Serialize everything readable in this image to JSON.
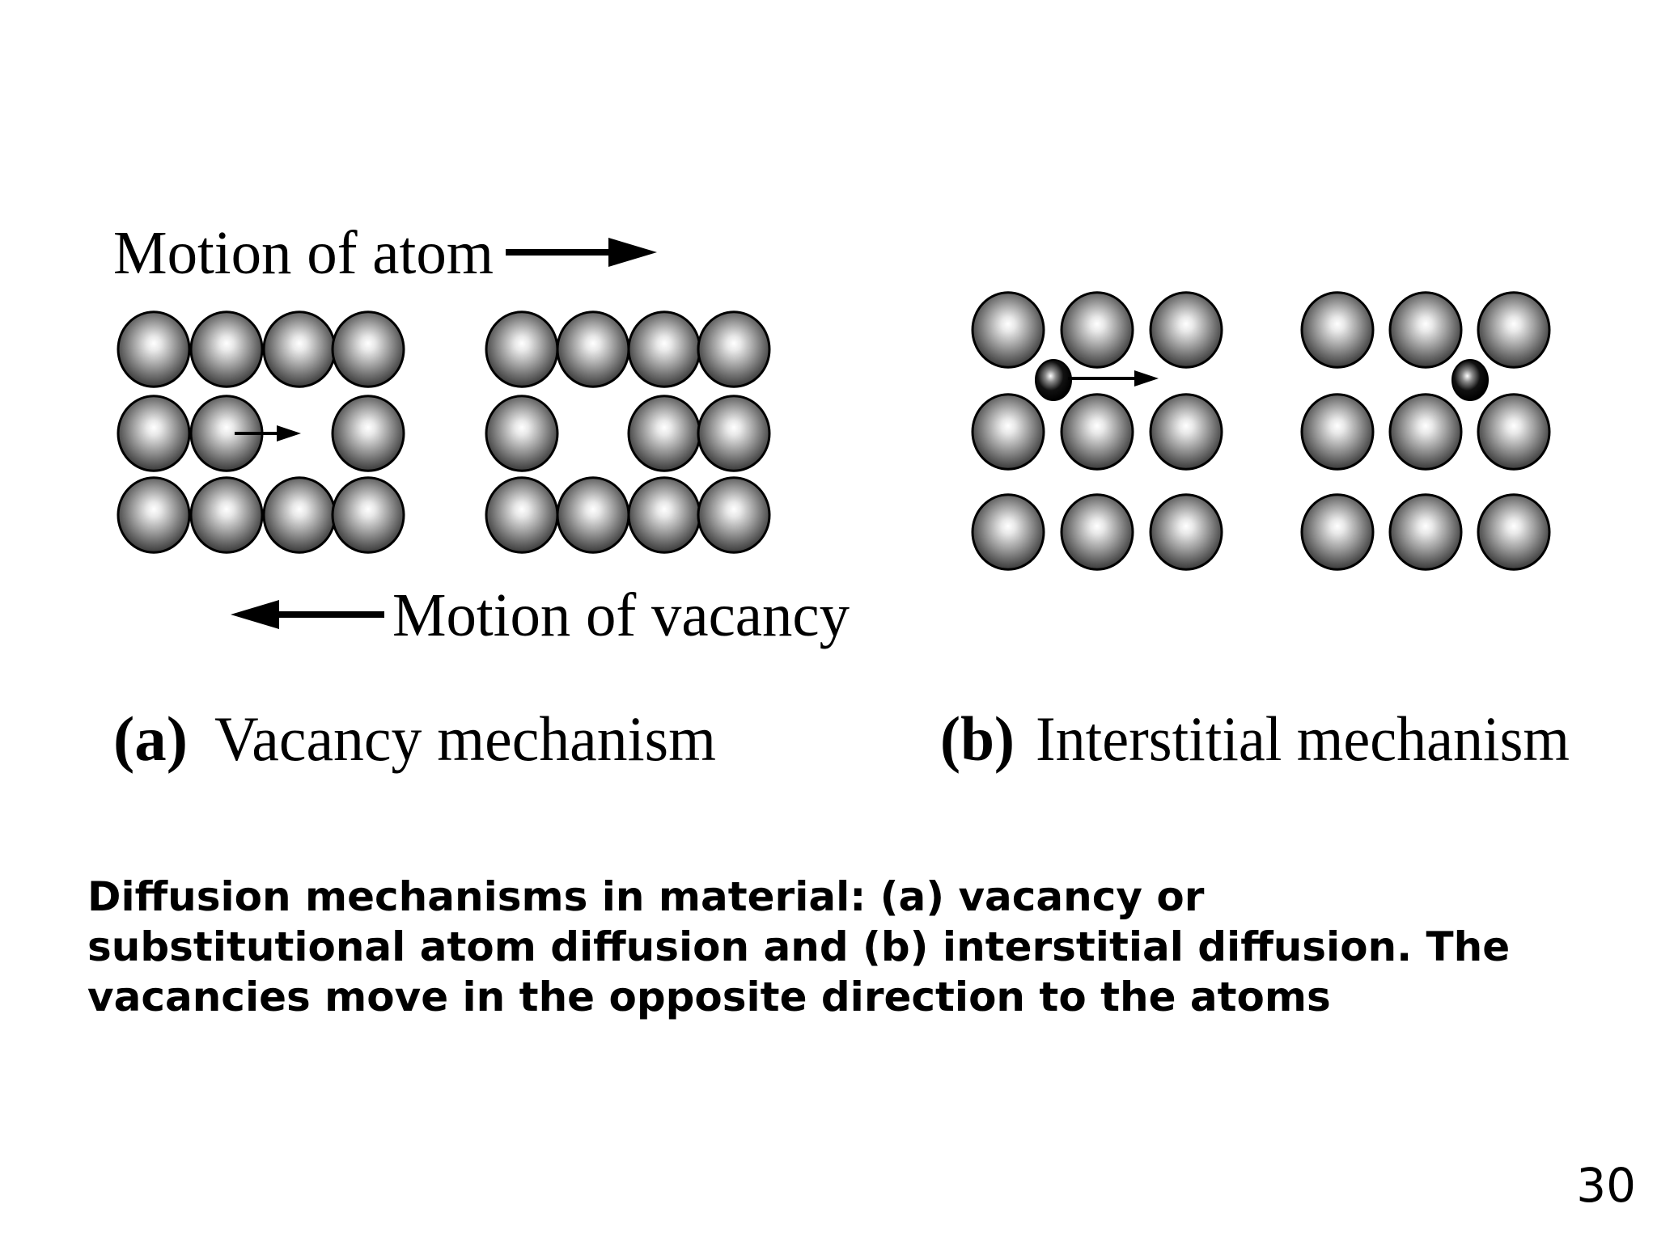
{
  "figure": {
    "panel_a": {
      "motion_of_atom_label": "Motion of atom",
      "motion_of_vacancy_label": "Motion of vacancy",
      "tag": "(a)",
      "title": "Vacancy mechanism"
    },
    "panel_b": {
      "tag": "(b)",
      "title": "Interstitial mechanism"
    }
  },
  "caption": {
    "line1": "Diffusion mechanisms in material: (a) vacancy or",
    "line2": "substitutional atom diffusion and (b) interstitial diffusion. The",
    "line3": "vacancies move in the opposite direction to the atoms"
  },
  "page_number": "30",
  "colors": {
    "atom_highlight": "#ffffff",
    "atom_mid": "#9a9a9a",
    "atom_shadow": "#3a3a3a",
    "outline": "#000000",
    "text": "#000000"
  }
}
